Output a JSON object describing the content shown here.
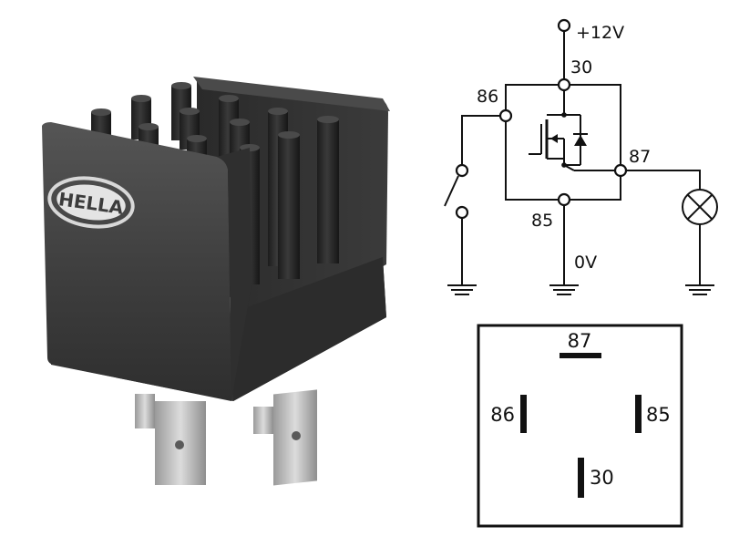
{
  "photo": {
    "logo_text": "HELLA",
    "colors": {
      "body": "#3f3f3f",
      "body_dark": "#2b2b2b",
      "body_light": "#5a5a5a",
      "pins": "#232323",
      "metal": "#bcbcbc"
    }
  },
  "schematic": {
    "supply_label": "+12V",
    "ground_label": "0V",
    "pins": {
      "p30": "30",
      "p86": "86",
      "p87": "87",
      "p85": "85"
    }
  },
  "pinout": {
    "p87": "87",
    "p86": "86",
    "p85": "85",
    "p30": "30"
  }
}
